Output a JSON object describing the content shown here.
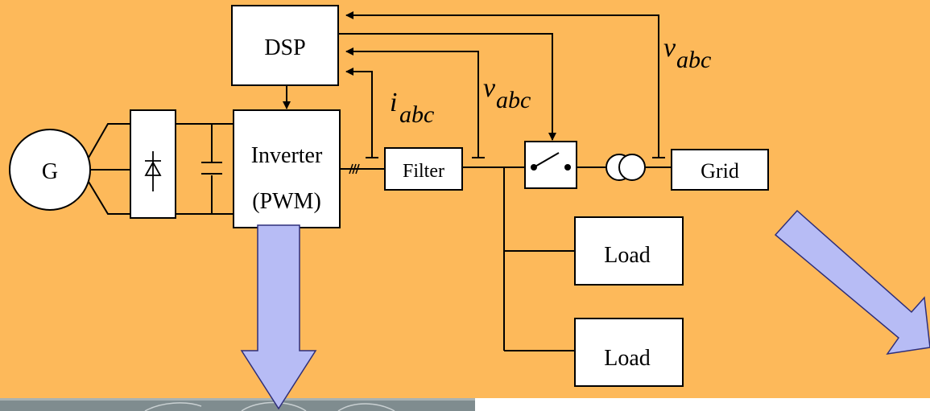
{
  "colors": {
    "background": "#FDB95A",
    "block_fill": "#FFFFFF",
    "wire": "#000000",
    "arrow_fill": "#B7BCF5",
    "arrow_stroke": "#2E2E7A",
    "photo_strip": "#7F8C8F"
  },
  "blocks": {
    "generator": "G",
    "dsp": "DSP",
    "inverter_line1": "Inverter",
    "inverter_line2": "(PWM)",
    "filter": "Filter",
    "grid": "Grid",
    "load1": "Load",
    "load2": "Load"
  },
  "signals": {
    "current": {
      "base": "i",
      "sub": "abc"
    },
    "voltage_local": {
      "base": "v",
      "sub": "abc"
    },
    "voltage_grid": {
      "base": "v",
      "sub": "abc"
    }
  },
  "icons": {
    "rectifier": "diode-icon",
    "switch": "switch-icon",
    "transformer": "transformer-icon",
    "capacitor": "capacitor-icon",
    "three_phase": "three-phase-hash-icon",
    "big_arrows": "down-arrow-icon, diagonal-arrow-icon"
  }
}
